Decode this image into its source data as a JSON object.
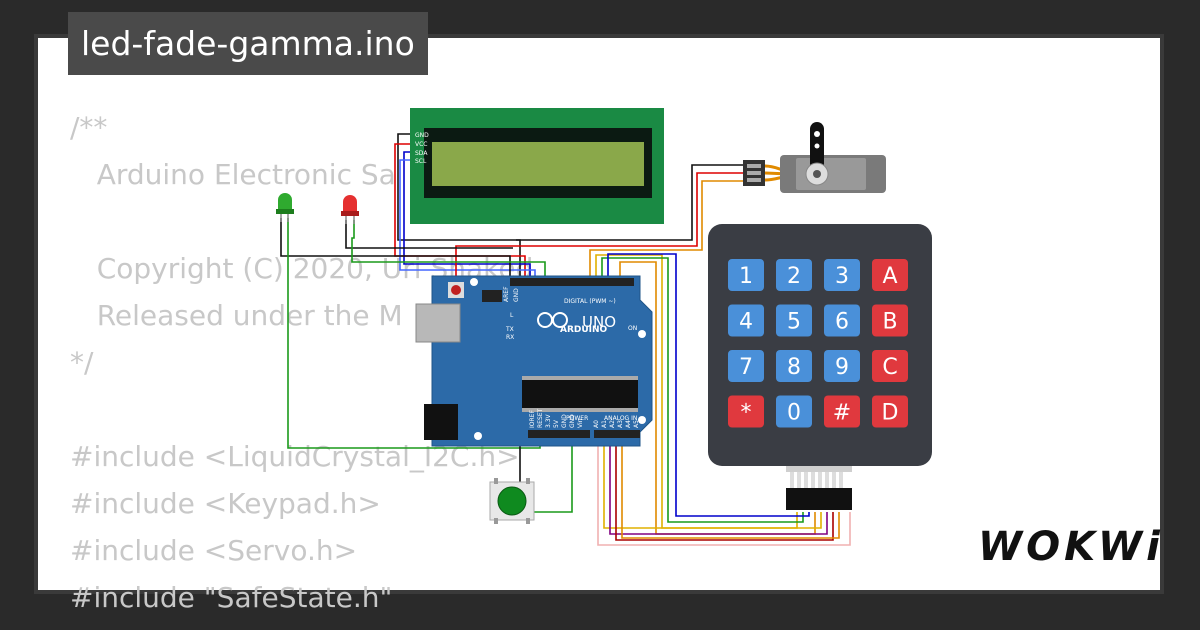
{
  "title": "led-fade-gamma.ino",
  "code_lines": [
    "/**",
    "   Arduino Electronic Sa",
    "",
    "   Copyright (C) 2020, Uri Shaked",
    "   Released under the M",
    "*/",
    "",
    "#include <LiquidCrystal_I2C.h>",
    "#include <Keypad.h>",
    "#include <Servo.h>",
    "#include \"SafeState.h\""
  ],
  "keypad": {
    "keys": [
      "1",
      "2",
      "3",
      "A",
      "4",
      "5",
      "6",
      "B",
      "7",
      "8",
      "9",
      "C",
      "*",
      "0",
      "#",
      "D"
    ],
    "colors": {
      "number": "#4a90d9",
      "letter": "#e0393e",
      "body": "#3a3d44"
    }
  },
  "arduino": {
    "model": "UNO",
    "brand": "ARDUINO",
    "digital_label": "DIGITAL (PWM ~)",
    "power_label": "POWER",
    "analog_label": "ANALOG IN",
    "on_label": "ON",
    "tx_label": "TX",
    "rx_label": "RX",
    "l_label": "L",
    "aref_label": "AREF",
    "gnd_label": "GND",
    "power_pins": [
      "IOREF",
      "RESET",
      "3.3V",
      "5V",
      "GND",
      "GND",
      "Vin"
    ],
    "analog_pins": [
      "A0",
      "A1",
      "A2",
      "A3",
      "A4",
      "A5"
    ],
    "color": "#2c6aa8"
  },
  "lcd": {
    "pins": [
      "GND",
      "VCC",
      "SDA",
      "SCL"
    ],
    "colors": {
      "board": "#1a8a44",
      "screen": "#8aa84a"
    }
  },
  "logo": "WOKWi"
}
